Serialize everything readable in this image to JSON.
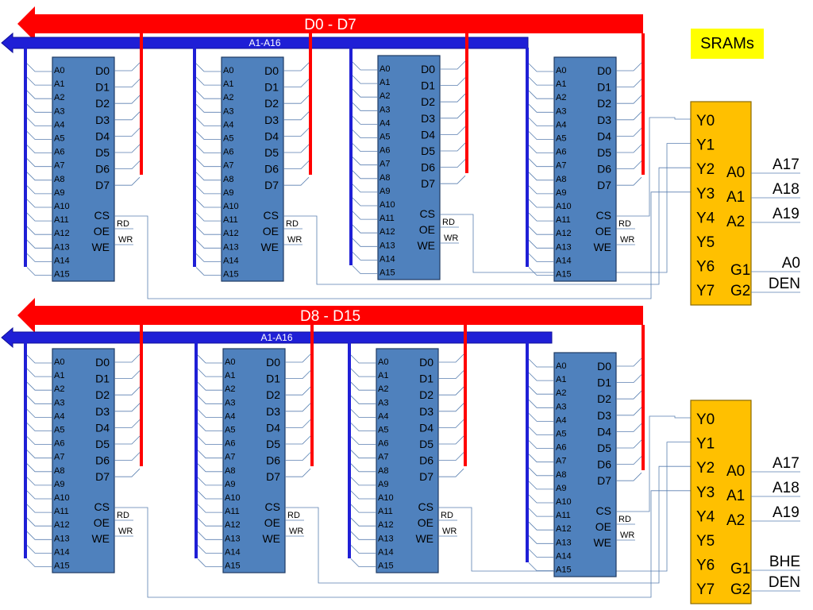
{
  "title": "SRAMs",
  "colors": {
    "data_bus": "#ff0000",
    "address_bus": "#1f1fd6",
    "chip_fill": "#4f81bd",
    "chip_border": "#1f3b63",
    "decoder_fill": "#ffc000",
    "wire": "#5a7fb0",
    "title_bg": "#ffff00"
  },
  "banks": [
    {
      "data_bus_label": "D0  - D7",
      "address_bus_label": "A1-A16",
      "decoder": {
        "outputs": [
          "Y0",
          "Y1",
          "Y2",
          "Y3",
          "Y4",
          "Y5",
          "Y6",
          "Y7"
        ],
        "inputs": [
          "A0",
          "A1",
          "A2"
        ],
        "enables": [
          "G1",
          "G2"
        ],
        "input_signals": [
          "A17",
          "A18",
          "A19"
        ],
        "enable_signals": [
          "A0",
          "DEN"
        ]
      }
    },
    {
      "data_bus_label": "D8  - D15",
      "address_bus_label": "A1-A16",
      "decoder": {
        "outputs": [
          "Y0",
          "Y1",
          "Y2",
          "Y3",
          "Y4",
          "Y5",
          "Y6",
          "Y7"
        ],
        "inputs": [
          "A0",
          "A1",
          "A2"
        ],
        "enables": [
          "G1",
          "G2"
        ],
        "input_signals": [
          "A17",
          "A18",
          "A19"
        ],
        "enable_signals": [
          "BHE",
          "DEN"
        ]
      }
    }
  ],
  "chip": {
    "address_pins": [
      "A0",
      "A1",
      "A2",
      "A3",
      "A4",
      "A5",
      "A6",
      "A7",
      "A8",
      "A9",
      "A10",
      "A11",
      "A12",
      "A13",
      "A14",
      "A15"
    ],
    "data_pins": [
      "D0",
      "D1",
      "D2",
      "D3",
      "D4",
      "D5",
      "D6",
      "D7"
    ],
    "control_pins": [
      "CS",
      "OE",
      "WE"
    ],
    "read_signal": "RD",
    "write_signal": "WR"
  }
}
